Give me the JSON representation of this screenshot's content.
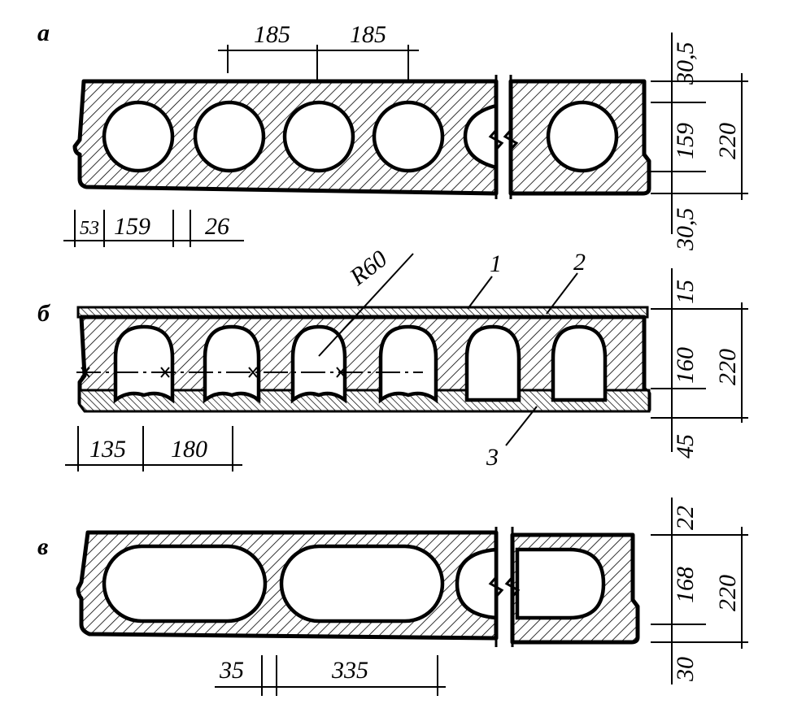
{
  "sections": {
    "a": {
      "label": "а",
      "top_dims": [
        "185",
        "185"
      ],
      "bottom_dims": [
        "53",
        "159",
        "26"
      ],
      "right_dims": [
        "30,5",
        "159",
        "30,5",
        "220"
      ]
    },
    "b": {
      "label": "б",
      "radius_label": "R60",
      "callouts": [
        "1",
        "2",
        "3"
      ],
      "bottom_dims": [
        "135",
        "180"
      ],
      "right_dims": [
        "15",
        "160",
        "45",
        "220"
      ]
    },
    "v": {
      "label": "в",
      "bottom_dims": [
        "35",
        "335"
      ],
      "right_dims": [
        "22",
        "168",
        "30",
        "220"
      ]
    }
  }
}
